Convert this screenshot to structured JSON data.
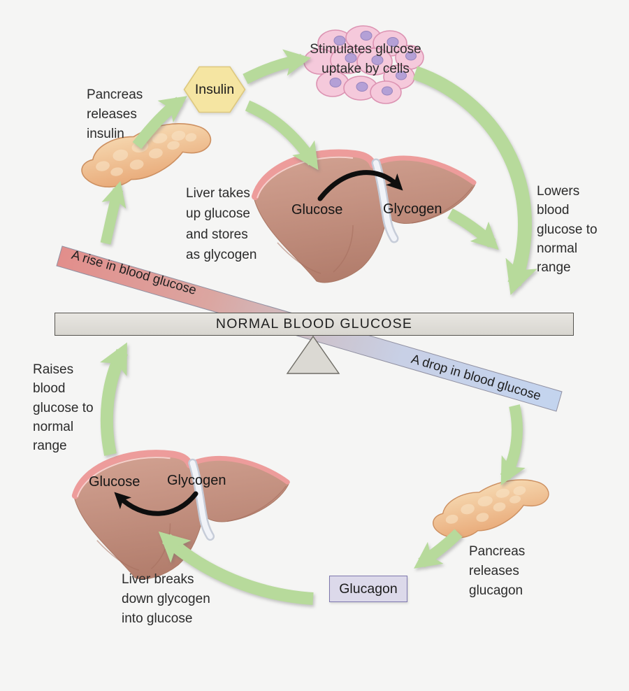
{
  "colors": {
    "background": "#f5f5f4",
    "arrow_green": "#b7da9b",
    "conversion_arrow_black": "#0e0e0e",
    "insulin_fill": "#f5e5a2",
    "insulin_border": "#ddc87e",
    "glucagon_fill": "#dcd9ea",
    "glucagon_border": "#7e78ad",
    "band_rise_red": "#e28b88",
    "band_drop_blue": "#c2d3ef",
    "bar_fill": "#e0ded9",
    "liver_body": "#c6937f",
    "liver_rim_pink": "#ed9c9b",
    "pancreas_tan": "#f0c79c",
    "cell_pink": "#f5c9db",
    "cell_nucleus_purple": "#b4a0d6",
    "text": "#2b2b2b"
  },
  "hexagon": {
    "label": "Insulin"
  },
  "glucagon_box": {
    "label": "Glucagon"
  },
  "seesaw": {
    "bar_label": "NORMAL BLOOD GLUCOSE",
    "rise_label": "A rise in blood glucose",
    "drop_label": "A drop in blood glucose"
  },
  "liver_top": {
    "from_label": "Glucose",
    "to_label": "Glycogen",
    "caption": "Liver takes\nup glucose\nand stores\nas glycogen"
  },
  "liver_bottom": {
    "from_label": "Glucose",
    "to_label": "Glycogen",
    "caption": "Liver breaks\ndown glycogen\ninto glucose"
  },
  "captions": {
    "cells": "Stimulates glucose\nuptake by cells",
    "pancreas_insulin": "Pancreas\nreleases\ninsulin",
    "lowers": "Lowers\nblood\nglucose to\nnormal\nrange",
    "raises": "Raises\nblood\nglucose to\nnormal\nrange",
    "pancreas_glucagon": "Pancreas\nreleases\nglucagon"
  }
}
